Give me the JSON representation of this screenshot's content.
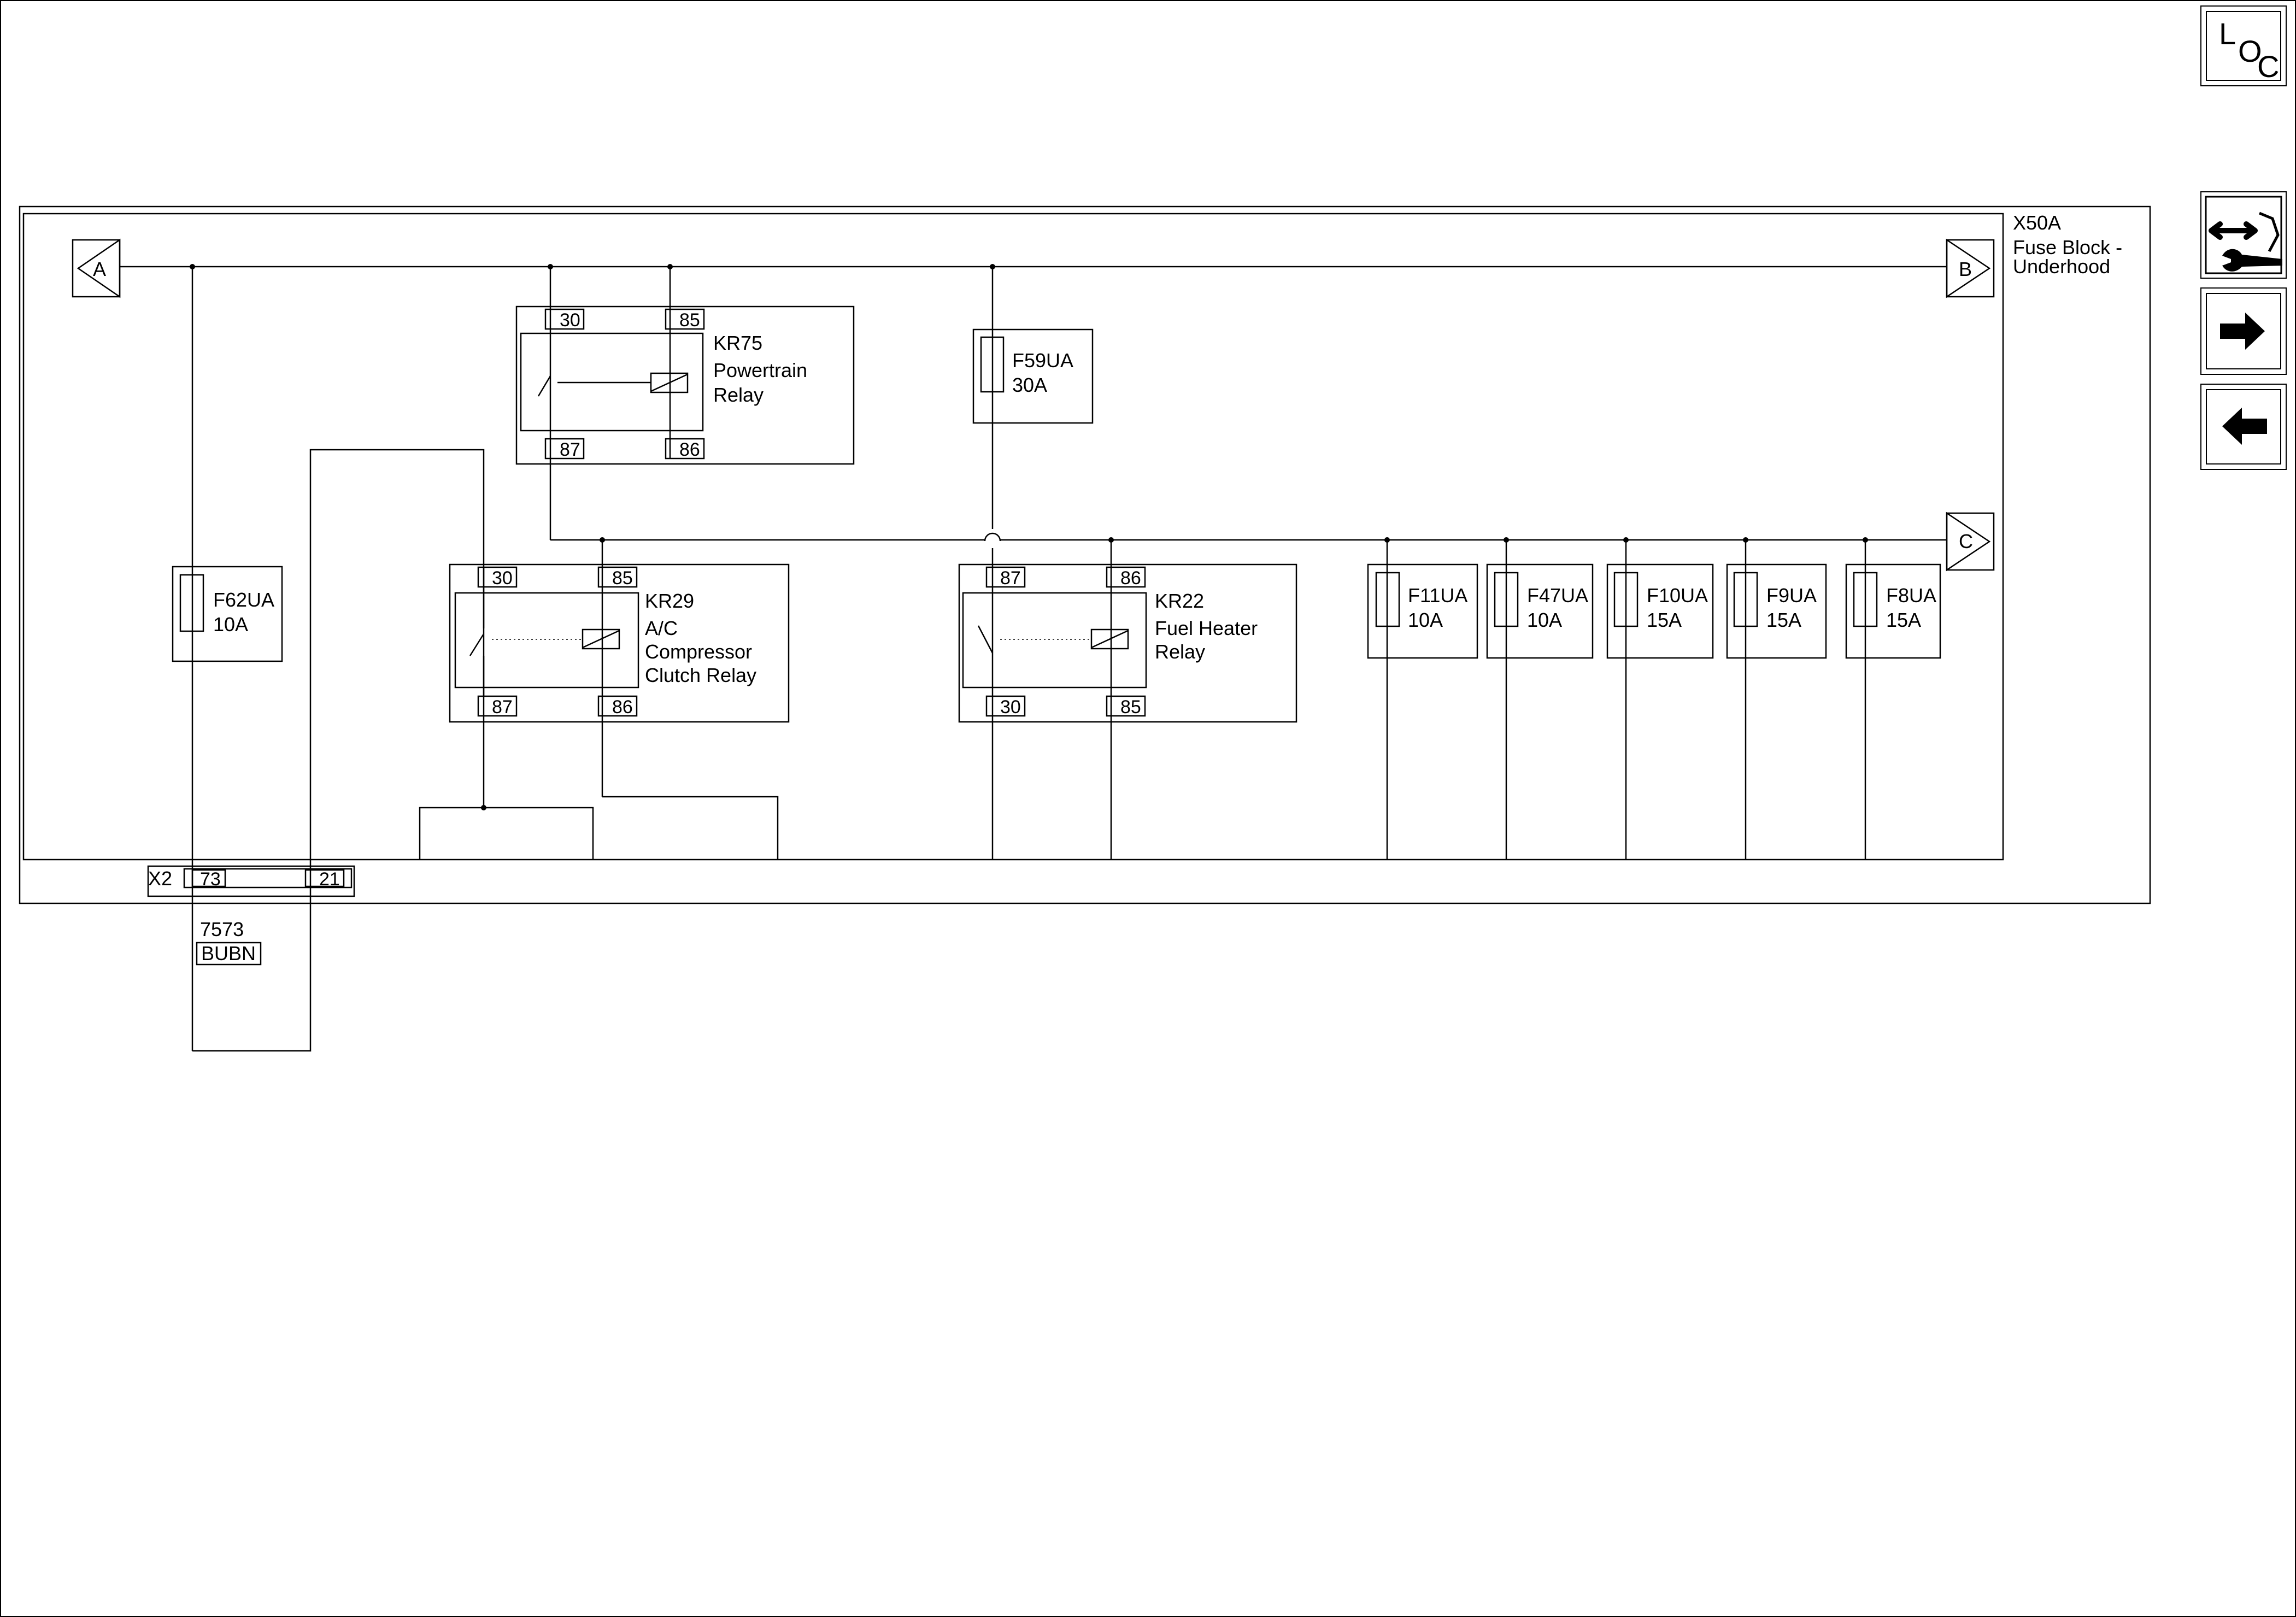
{
  "nav": {
    "loc_letters": [
      "L",
      "O",
      "C"
    ],
    "buttons": [
      {
        "name": "component-locator-button",
        "icon": "location-locator-icon"
      },
      {
        "name": "connector-end-view-button",
        "icon": "connector-wrench-icon"
      },
      {
        "name": "next-page-button",
        "icon": "arrow-right-icon"
      },
      {
        "name": "previous-page-button",
        "icon": "arrow-left-icon"
      }
    ]
  },
  "fuse_block": {
    "id": "X50A",
    "name_line1": "Fuse Block -",
    "name_line2": "Underhood"
  },
  "offpage": {
    "a": "A",
    "b": "B",
    "c": "C"
  },
  "relays": {
    "kr75": {
      "id": "KR75",
      "line1": "Powertrain",
      "line2": "Relay",
      "pin_tl": "30",
      "pin_tr": "85",
      "pin_bl": "87",
      "pin_br": "86"
    },
    "kr29": {
      "id": "KR29",
      "line1": "A/C",
      "line2": "Compressor",
      "line3": "Clutch Relay",
      "pin_tl": "30",
      "pin_tr": "85",
      "pin_bl": "87",
      "pin_br": "86"
    },
    "kr22": {
      "id": "KR22",
      "line1": "Fuel Heater",
      "line2": "Relay",
      "pin_tl": "87",
      "pin_tr": "86",
      "pin_bl": "30",
      "pin_br": "85"
    }
  },
  "fuses": {
    "f59ua": {
      "id": "F59UA",
      "rating": "30A"
    },
    "f62ua": {
      "id": "F62UA",
      "rating": "10A"
    },
    "f11ua": {
      "id": "F11UA",
      "rating": "10A"
    },
    "f47ua": {
      "id": "F47UA",
      "rating": "10A"
    },
    "f10ua": {
      "id": "F10UA",
      "rating": "15A"
    },
    "f9ua": {
      "id": "F9UA",
      "rating": "15A"
    },
    "f8ua": {
      "id": "F8UA",
      "rating": "15A"
    }
  },
  "connector_x2": {
    "id": "X2",
    "pin_a": "73",
    "pin_b": "21"
  },
  "wire": {
    "circuit": "7573",
    "color": "BUBN"
  }
}
